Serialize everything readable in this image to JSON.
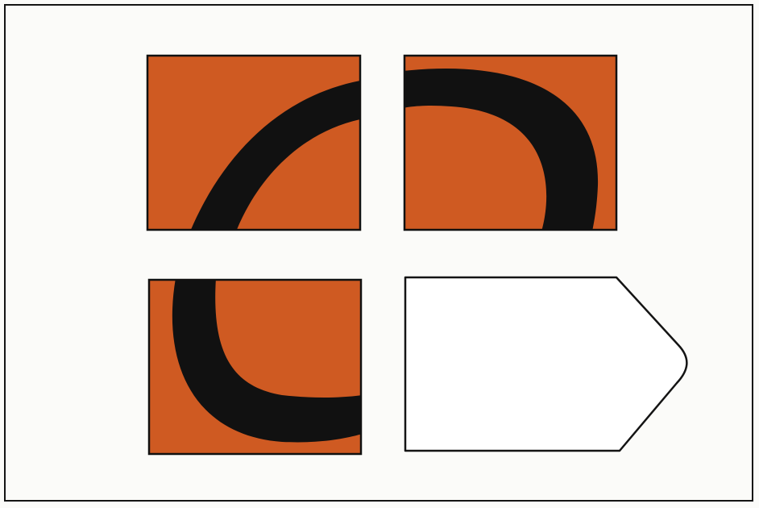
{
  "colors": {
    "tile_fill": "#cf5a22",
    "band": "#111111",
    "outline": "#141414",
    "background": "#fbfbf9",
    "blank_fill": "#ffffff"
  },
  "tiles": [
    {
      "name": "top-left",
      "content": "arc-segment"
    },
    {
      "name": "top-right",
      "content": "arc-segment"
    },
    {
      "name": "bottom-left",
      "content": "arc-segment"
    },
    {
      "name": "bottom-right",
      "content": "blank-pointed-shape"
    }
  ]
}
